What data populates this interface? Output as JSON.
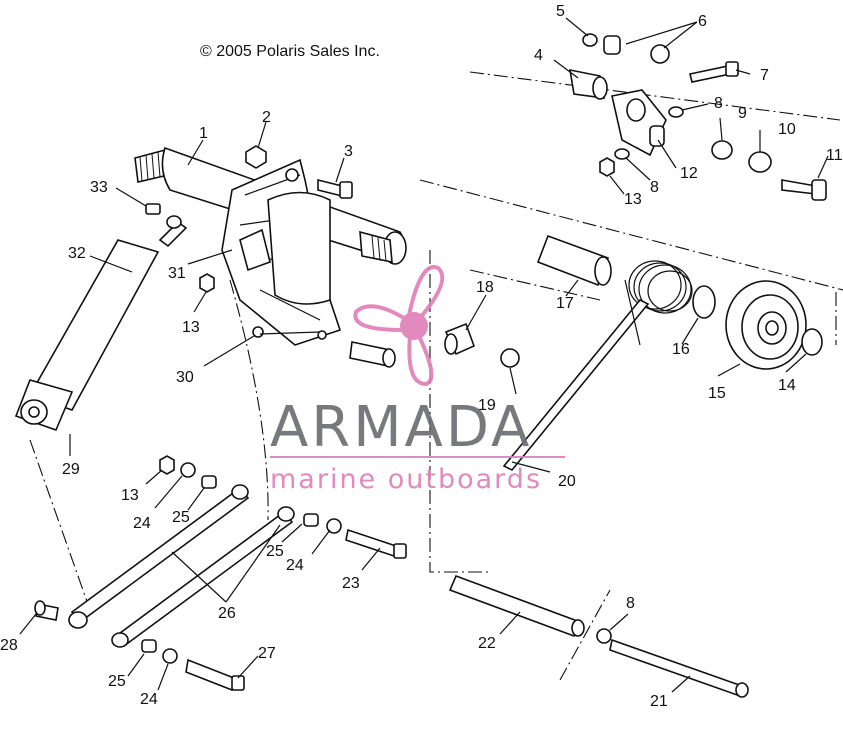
{
  "copyright": "© 2005 Polaris Sales Inc.",
  "watermark": {
    "brand": "ARMADA",
    "tagline": "marine outboards",
    "brand_color": "#6d6e71",
    "accent_color": "#e07fb8"
  },
  "callouts": {
    "c1": "1",
    "c2": "2",
    "c3": "3",
    "c4": "4",
    "c5": "5",
    "c6": "6",
    "c7": "7",
    "c8a": "8",
    "c8b": "8",
    "c8c": "8",
    "c9": "9",
    "c10": "10",
    "c11": "11",
    "c12": "12",
    "c13a": "13",
    "c13b": "13",
    "c13c": "13",
    "c14": "14",
    "c15": "15",
    "c16": "16",
    "c17": "17",
    "c18": "18",
    "c19": "19",
    "c20": "20",
    "c21": "21",
    "c22": "22",
    "c23": "23",
    "c24a": "24",
    "c24b": "24",
    "c24c": "24",
    "c25a": "25",
    "c25b": "25",
    "c25c": "25",
    "c26": "26",
    "c27": "27",
    "c28": "28",
    "c29": "29",
    "c30": "30",
    "c31": "31",
    "c32": "32",
    "c33": "33"
  }
}
